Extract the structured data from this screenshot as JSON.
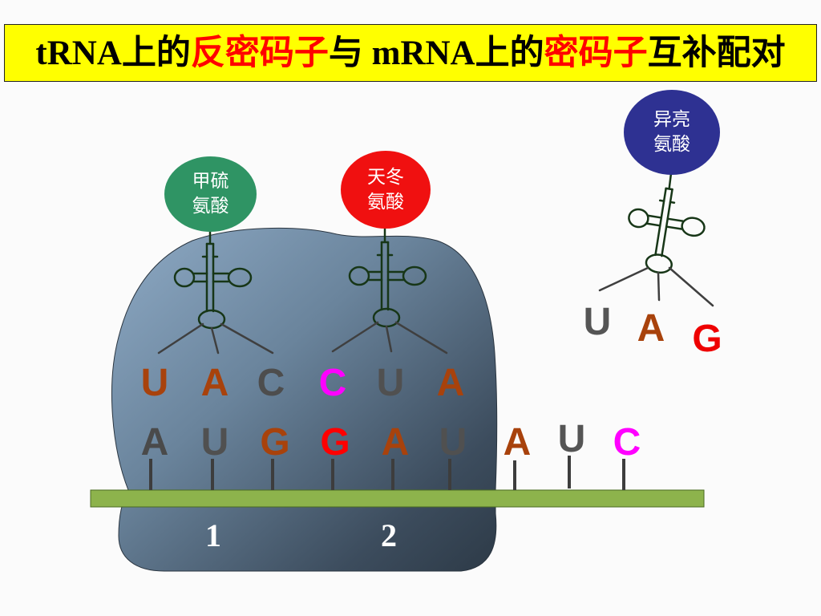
{
  "title": {
    "background": "#ffff00",
    "segments": [
      {
        "text": "tRNA上的",
        "color": "#000000"
      },
      {
        "text": "反密码子",
        "color": "#ff0000"
      },
      {
        "text": "与 mRNA上的",
        "color": "#000000"
      },
      {
        "text": "密码子",
        "color": "#ff0000"
      },
      {
        "text": "互补配对",
        "color": "#000000"
      }
    ]
  },
  "trnas": [
    {
      "amino_acid": {
        "line1": "甲硫",
        "line2": "氨酸",
        "color": "#2f9464"
      },
      "anticodon": [
        {
          "base": "U",
          "color": "#a8420c"
        },
        {
          "base": "A",
          "color": "#a8420c"
        },
        {
          "base": "C",
          "color": "#4d4d4d"
        }
      ]
    },
    {
      "amino_acid": {
        "line1": "天冬",
        "line2": "氨酸",
        "color": "#f01010"
      },
      "anticodon": [
        {
          "base": "C",
          "color": "#ff00ff"
        },
        {
          "base": "U",
          "color": "#505050"
        },
        {
          "base": "A",
          "color": "#a8420c"
        }
      ]
    },
    {
      "amino_acid": {
        "line1": "异亮",
        "line2": "氨酸",
        "color": "#2e3192"
      },
      "anticodon": [
        {
          "base": "U",
          "color": "#555555"
        },
        {
          "base": "A",
          "color": "#a8420c"
        },
        {
          "base": "G",
          "color": "#ee0000"
        }
      ]
    }
  ],
  "mrna": {
    "strand_color": "#8db34c",
    "bases": [
      {
        "base": "A",
        "color": "#4a4a4a"
      },
      {
        "base": "U",
        "color": "#505050"
      },
      {
        "base": "G",
        "color": "#a8420c"
      },
      {
        "base": "G",
        "color": "#ff0000"
      },
      {
        "base": "A",
        "color": "#a8420c"
      },
      {
        "base": "U",
        "color": "#505050"
      },
      {
        "base": "A",
        "color": "#a8420c"
      },
      {
        "base": "U",
        "color": "#555555"
      },
      {
        "base": "C",
        "color": "#ff00ff"
      }
    ]
  },
  "ribosome_sites": [
    "1",
    "2"
  ]
}
